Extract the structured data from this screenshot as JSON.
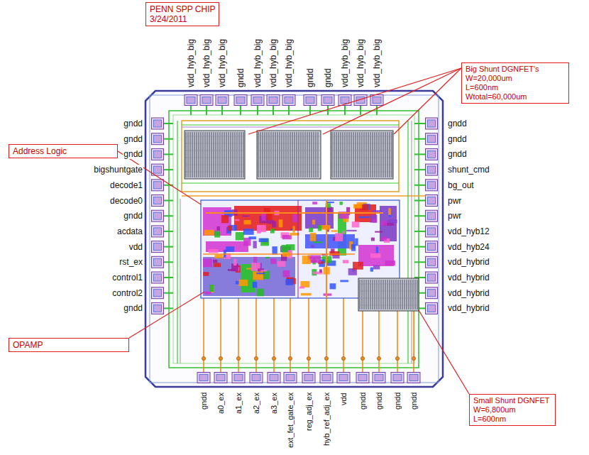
{
  "diagram": {
    "nodes": [
      {
        "text": [
          "PENN SPP CHIP",
          "3/24/2011"
        ]
      },
      {
        "text": [
          "Big Shunt DGNFET's",
          "W=20,000um",
          "L=600nm",
          "Wtotal=60,000um"
        ]
      },
      {
        "text": [
          "Address Logic"
        ]
      },
      {
        "text": [
          "OPAMP"
        ]
      },
      {
        "text": [
          "Small Shunt DGNFET",
          "W=6,800um",
          "L=600nm"
        ]
      }
    ],
    "labels": [
      "vdd_hyb_big",
      "vdd_hyb_big",
      "vdd_hyb_big",
      "gndd",
      "vdd_hyb_big",
      "vdd_hyb_big",
      "vdd_hyb_big",
      "gndd",
      "gndd",
      "vdd_hyb_big",
      "vdd_hyb_big",
      "vdd_hyb_big",
      "gndd",
      "gndd",
      "gndd",
      "bigshuntgate",
      "decode1",
      "decode0",
      "gndd",
      "acdata",
      "vdd",
      "rst_ex",
      "control1",
      "control2",
      "gndd",
      "gndd",
      "gndd",
      "gndd",
      "shunt_cmd",
      "bg_out",
      "pwr",
      "pwr",
      "vdd_hyb12",
      "vdd_hyb24",
      "vdd_hybrid",
      "vdd_hybrid",
      "vdd_hybrid",
      "vdd_hybrid",
      "gndd",
      "a0_ex",
      "a1_ex",
      "a2_ex",
      "a3_ex",
      "ext_fet_gate_ex",
      "reg_adj_ex",
      "hyb_ref_adj_ex",
      "vdd",
      "gndd",
      "gndd",
      "gndd",
      "gndd"
    ]
  }
}
